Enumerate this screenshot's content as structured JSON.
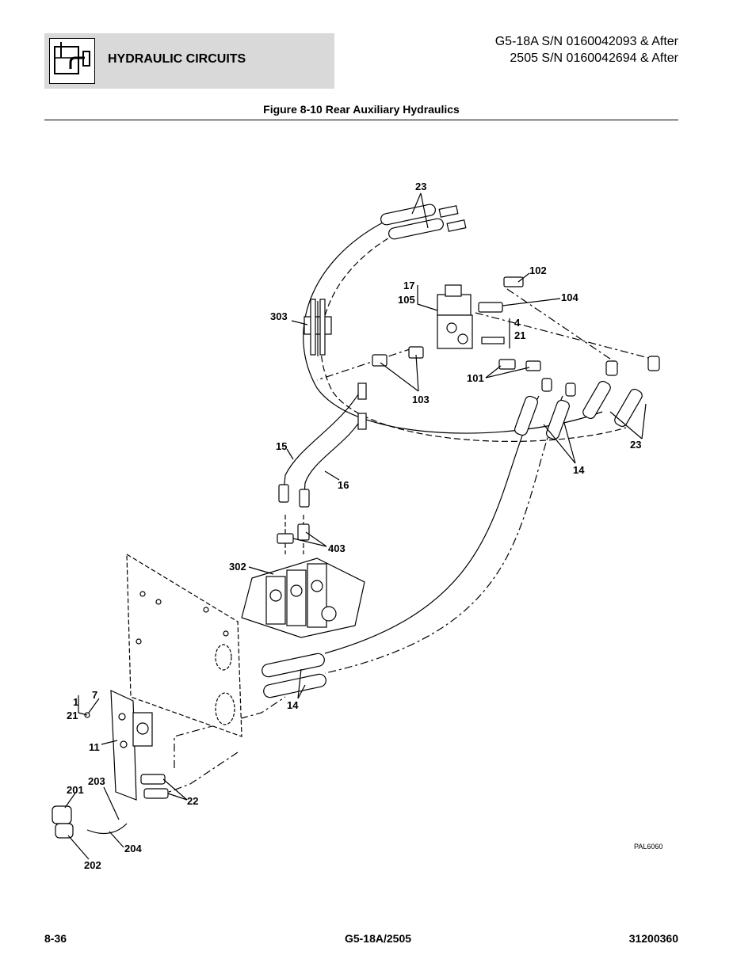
{
  "header": {
    "section_title": "HYDRAULIC CIRCUITS",
    "serial_line_1": "G5-18A S/N 0160042093 & After",
    "serial_line_2": "2505 S/N 0160042694 & After",
    "icon": "hydraulic-reservoir-icon"
  },
  "figure": {
    "title": "Figure 8-10 Rear Auxiliary Hydraulics",
    "drawing_code": "PAL6060",
    "callouts": [
      "23",
      "102",
      "104",
      "17",
      "105",
      "303",
      "4",
      "21",
      "101",
      "103",
      "23",
      "14",
      "15",
      "16",
      "403",
      "302",
      "14",
      "1",
      "21",
      "7",
      "11",
      "203",
      "201",
      "22",
      "204",
      "202"
    ]
  },
  "footer": {
    "page_number": "8-36",
    "model": "G5-18A/2505",
    "document_number": "31200360"
  }
}
